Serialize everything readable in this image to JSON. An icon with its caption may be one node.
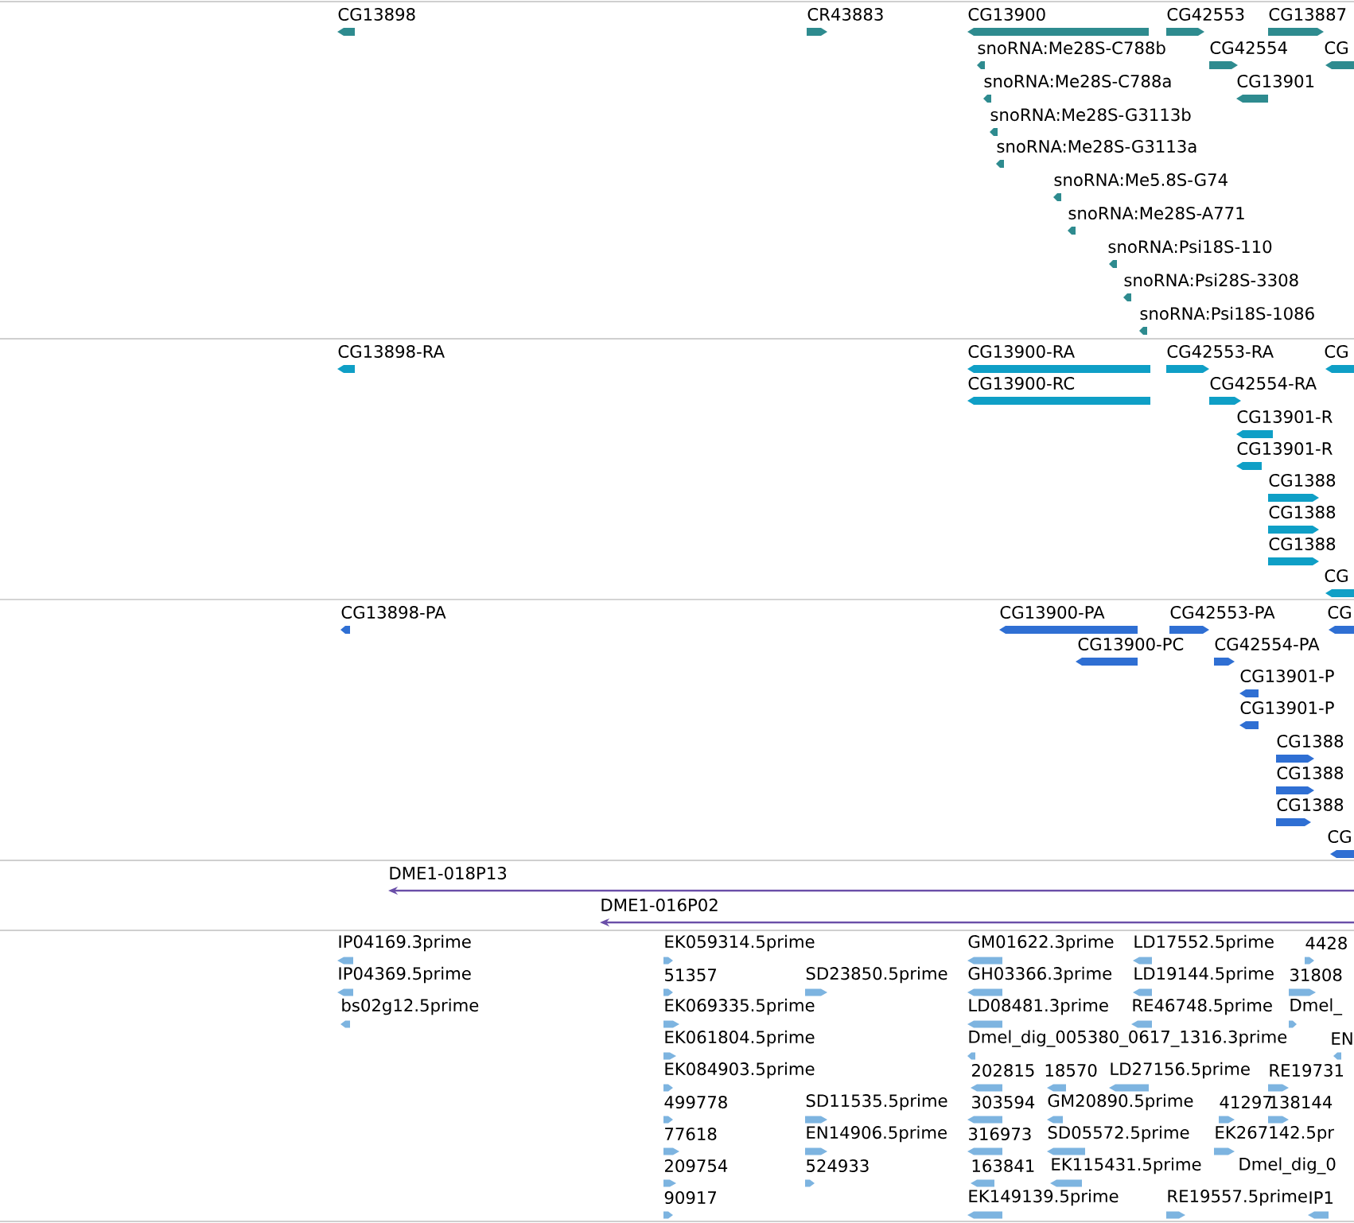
{
  "diagram": {
    "labels": [
      "CG13898",
      "CR43883",
      "CG13900",
      "CG42553",
      "CG13887",
      "snoRNA:Me28S-C788b",
      "CG42554",
      "CG",
      "snoRNA:Me28S-C788a",
      "CG13901",
      "snoRNA:Me28S-G3113b",
      "snoRNA:Me28S-G3113a",
      "snoRNA:Me5.8S-G74",
      "snoRNA:Me28S-A771",
      "snoRNA:Psi18S-110",
      "snoRNA:Psi28S-3308",
      "snoRNA:Psi18S-1086",
      "CG13898-RA",
      "CG13900-RA",
      "CG42553-RA",
      "CG",
      "CG13900-RC",
      "CG42554-RA",
      "CG13901-R",
      "CG13901-R",
      "CG1388",
      "CG1388",
      "CG1388",
      "CG",
      "CG13898-PA",
      "CG13900-PA",
      "CG42553-PA",
      "CG",
      "CG13900-PC",
      "CG42554-PA",
      "CG13901-P",
      "CG13901-P",
      "CG1388",
      "CG1388",
      "CG1388",
      "CG",
      "DME1-018P13",
      "DME1-016P02",
      "IP04169.3prime",
      "IP04369.5prime",
      "bs02g12.5prime",
      "EK059314.5prime",
      "51357",
      "SD23850.5prime",
      "EK069335.5prime",
      "EK061804.5prime",
      "EK084903.5prime",
      "499778",
      "SD11535.5prime",
      "77618",
      "EN14906.5prime",
      "209754",
      "524933",
      "90917",
      "GM01622.3prime",
      "LD17552.5prime",
      "4428",
      "GH03366.3prime",
      "LD19144.5prime",
      "31808",
      "LD08481.3prime",
      "RE46748.5prime",
      "Dmel_",
      "Dmel_dig_005380_0617_1316.3prime",
      "EN",
      "202815",
      "18570",
      "LD27156.5prime",
      "RE19731",
      "303594",
      "GM20890.5prime",
      "41297",
      "138144",
      "316973",
      "SD05572.5prime",
      "EK267142.5pr",
      "163841",
      "EK115431.5prime",
      "Dmel_dig_0",
      "EK149139.5prime",
      "RE19557.5prime",
      "IP1"
    ]
  }
}
